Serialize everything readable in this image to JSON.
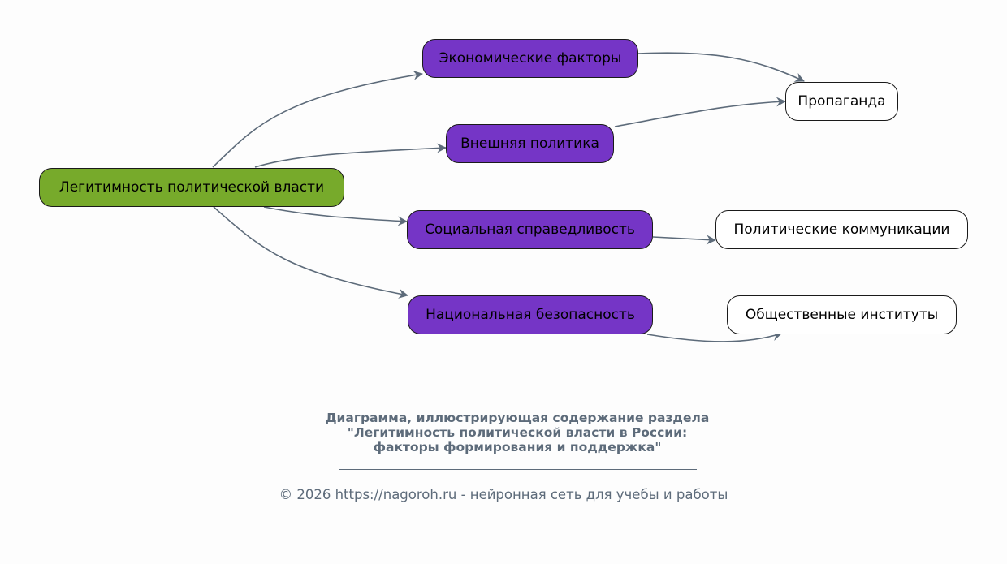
{
  "diagram": {
    "nodes": [
      {
        "id": "root",
        "label": "Легитимность политической власти",
        "type": "root"
      },
      {
        "id": "econ",
        "label": "Экономические факторы",
        "type": "mid"
      },
      {
        "id": "foreign",
        "label": "Внешняя политика",
        "type": "mid"
      },
      {
        "id": "social",
        "label": "Социальная справедливость",
        "type": "mid"
      },
      {
        "id": "security",
        "label": "Национальная безопасность",
        "type": "mid"
      },
      {
        "id": "propaganda",
        "label": "Пропаганда",
        "type": "leaf"
      },
      {
        "id": "polcomm",
        "label": "Политические коммуникации",
        "type": "leaf"
      },
      {
        "id": "institutions",
        "label": "Общественные институты",
        "type": "leaf"
      }
    ],
    "edges": [
      {
        "from": "root",
        "to": "econ"
      },
      {
        "from": "root",
        "to": "foreign"
      },
      {
        "from": "root",
        "to": "social"
      },
      {
        "from": "root",
        "to": "security"
      },
      {
        "from": "econ",
        "to": "propaganda"
      },
      {
        "from": "foreign",
        "to": "propaganda"
      },
      {
        "from": "social",
        "to": "polcomm"
      },
      {
        "from": "security",
        "to": "institutions"
      }
    ],
    "colors": {
      "root": "#77aa2b",
      "mid": "#7535c6",
      "leaf": "#ffffff",
      "edge": "#5d6b7a"
    }
  },
  "caption": {
    "title_lines": [
      "Диаграмма, иллюстрирующая содержание раздела",
      "\"Легитимность политической власти в России:",
      "факторы формирования и поддержка\""
    ],
    "footer": "© 2026 https://nagoroh.ru - нейронная сеть для учебы и работы"
  }
}
